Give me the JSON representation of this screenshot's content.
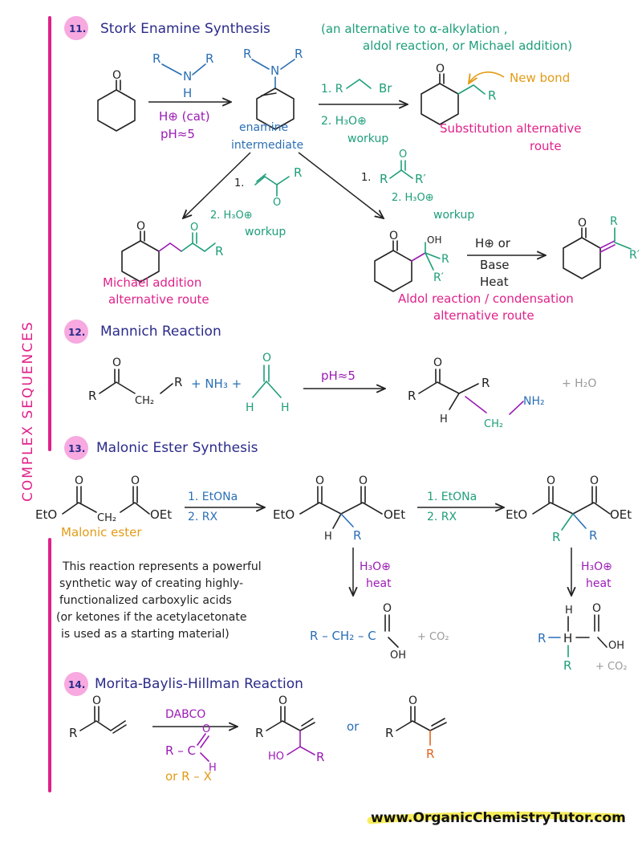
{
  "side_label": "COMPLEX SEQUENCES",
  "sections": {
    "s11": {
      "number": "11.",
      "title": "Stork Enamine Synthesis",
      "note_line1": "(an alternative to α-alkylation ,",
      "note_line2": "aldol reaction, or Michael addition)",
      "amine_R1": "R",
      "amine_N": "N",
      "amine_R2": "R",
      "amine_H": "H",
      "cond_acid": "H⊕ (cat)",
      "cond_ph": "pH≈5",
      "enamine_label1": "enamine",
      "enamine_label2": "intermediate",
      "step1_reagent": "1. R",
      "step1_br": "Br",
      "step2_reagent": "2. H₃O⊕",
      "workup": "workup",
      "new_bond": "New bond",
      "product_R": "R",
      "subst_label1": "Substitution alternative",
      "subst_label2": "route",
      "michael_step1": "1.",
      "michael_step2": "2. H₃O⊕",
      "michael_workup": "workup",
      "michael_label1": "Michael addition",
      "michael_label2": "alternative route",
      "aldol_step1": "1.",
      "aldol_step2": "2. H₃O⊕",
      "aldol_workup": "workup",
      "aldol_cond1": "H⊕ or",
      "aldol_cond2": "Base",
      "aldol_cond3": "Heat",
      "aldol_label1": "Aldol reaction / condensation",
      "aldol_label2": "alternative route",
      "O": "O",
      "R": "R",
      "Rp": "R′",
      "OH": "OH"
    },
    "s12": {
      "number": "12.",
      "title": "Mannich Reaction",
      "plus_nh3": "+ NH₃ +",
      "cond": "pH≈5",
      "plus_h2o": "+ H₂O",
      "ch2": "CH₂",
      "nh2": "NH₂",
      "H": "H",
      "O": "O",
      "R": "R"
    },
    "s13": {
      "number": "13.",
      "title": "Malonic Ester Synthesis",
      "malonic_label": "Malonic ester",
      "reag1": "1. EtONa",
      "reag2": "2. RX",
      "eto": "EtO",
      "oet": "OEt",
      "ch2": "CH₂",
      "h3o": "H₃O⊕",
      "heat": "heat",
      "co2": "+ CO₂",
      "desc": [
        "This reaction represents a powerful",
        "synthetic way of creating highly-",
        "functionalized carboxylic acids",
        "(or ketones if the acetylacetonate",
        "is used as a starting material)"
      ],
      "acid1": "R – CH₂ – C",
      "acid_oh": "OH",
      "H": "H",
      "O": "O",
      "R": "R"
    },
    "s14": {
      "number": "14.",
      "title": "Morita-Baylis-Hillman Reaction",
      "cat": "DABCO",
      "aldehyde": "R – C",
      "or_rx": "or R – X",
      "or": "or",
      "ho": "HO",
      "H": "H",
      "O": "O",
      "R": "R"
    }
  },
  "footer": "www.OrganicChemistryTutor.com",
  "colors": {
    "accent": "#e0218a",
    "badge": "#f7a9e0",
    "title": "#2b2b8a",
    "purple": "#9b1bb5",
    "green": "#1e9e7a",
    "blue": "#2a6fb5",
    "orange": "#e39b16",
    "footer_highlight": "#f7ee5c"
  }
}
